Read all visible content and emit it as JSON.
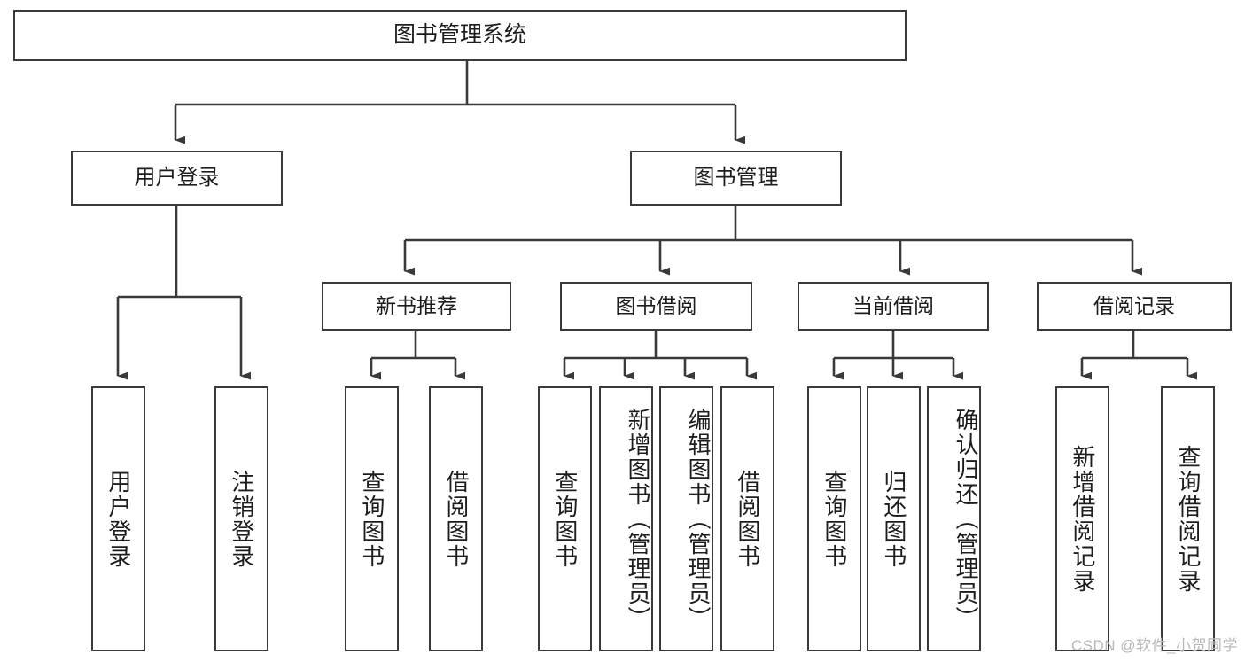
{
  "diagram": {
    "type": "tree",
    "title": "图书管理系统",
    "background": "#ffffff",
    "line_color": "#3a3a3a",
    "text_color": "#1d1d1d",
    "root": {
      "label": "图书管理系统"
    },
    "level1": [
      {
        "label": "用户登录"
      },
      {
        "label": "图书管理"
      }
    ],
    "level2": [
      {
        "label": "新书推荐"
      },
      {
        "label": "图书借阅"
      },
      {
        "label": "当前借阅"
      },
      {
        "label": "借阅记录"
      }
    ],
    "leaves": {
      "user_login": [
        {
          "label": "用户登录"
        },
        {
          "label": "注销登录"
        }
      ],
      "new_book_recommend": [
        {
          "label": "查询图书"
        },
        {
          "label": "借阅图书"
        }
      ],
      "book_borrow": [
        {
          "label": "查询图书"
        },
        {
          "label": "新增图书（管理员）"
        },
        {
          "label": "编辑图书（管理员）"
        },
        {
          "label": "借阅图书"
        }
      ],
      "current_borrow": [
        {
          "label": "查询图书"
        },
        {
          "label": "归还图书"
        },
        {
          "label": "确认归还（管理员）"
        }
      ],
      "borrow_record": [
        {
          "label": "新增借阅记录"
        },
        {
          "label": "查询借阅记录"
        }
      ]
    }
  },
  "watermark": {
    "text": "CSDN @软件_小贺同学"
  }
}
